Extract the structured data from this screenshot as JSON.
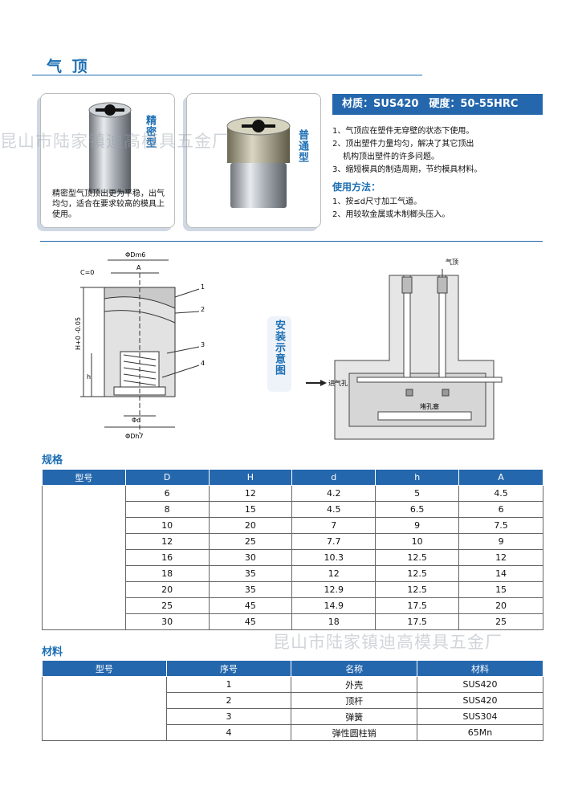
{
  "page_title": "气 顶",
  "products": {
    "precision": {
      "label": "精密型",
      "description": "精密型气顶顶出更为平稳，出气均匀，适合在要求较高的模具上使用。"
    },
    "standard": {
      "label": "普通型"
    }
  },
  "spec_banner": "材质：SUS420　硬度：50-55HRC",
  "features": [
    "1、气顶应在塑件无穿壁的状态下使用。",
    "2、顶出塑件力量均匀，解决了其它顶出",
    "机构顶出塑件的许多问题。",
    "3、缩短模具的制造周期，节约模具材料。"
  ],
  "usage": {
    "heading": "使用方法：",
    "items": [
      "1、按≤d尺寸加工气道。",
      "2、用较软金属或木制榔头压入。"
    ]
  },
  "drawing": {
    "labels": {
      "phiD": "ΦDm6",
      "A": "A",
      "c0": "C=0",
      "H": "H+0 -0.05",
      "h": "h",
      "phid": "Φd",
      "phiD7": "ΦDh7",
      "callouts": [
        "1",
        "2",
        "3",
        "4"
      ]
    }
  },
  "install": {
    "label": "安装示意图",
    "annotations": {
      "air_top": "气顶",
      "air_in": "进气孔",
      "plug": "堵孔塞"
    }
  },
  "spec_section": {
    "heading": "规格",
    "headers": [
      "型号",
      "D",
      "H",
      "d",
      "h",
      "A"
    ],
    "rows": [
      [
        "6",
        "12",
        "4.2",
        "5",
        "4.5"
      ],
      [
        "8",
        "15",
        "4.5",
        "6.5",
        "6"
      ],
      [
        "10",
        "20",
        "7",
        "9",
        "7.5"
      ],
      [
        "12",
        "25",
        "7.7",
        "10",
        "9"
      ],
      [
        "16",
        "30",
        "10.3",
        "12.5",
        "12"
      ],
      [
        "18",
        "35",
        "12",
        "12.5",
        "14"
      ],
      [
        "20",
        "35",
        "12.9",
        "12.5",
        "15"
      ],
      [
        "25",
        "45",
        "14.9",
        "17.5",
        "20"
      ],
      [
        "30",
        "45",
        "18",
        "17.5",
        "25"
      ]
    ]
  },
  "material_section": {
    "heading": "材料",
    "headers": [
      "型号",
      "序号",
      "名称",
      "材料"
    ],
    "rows": [
      [
        "1",
        "外壳",
        "SUS420"
      ],
      [
        "2",
        "顶杆",
        "SUS420"
      ],
      [
        "3",
        "弹簧",
        "SUS304"
      ],
      [
        "4",
        "弹性圆柱销",
        "65Mn"
      ]
    ]
  },
  "watermark": "昆山市陆家镇迪高模具五金厂"
}
